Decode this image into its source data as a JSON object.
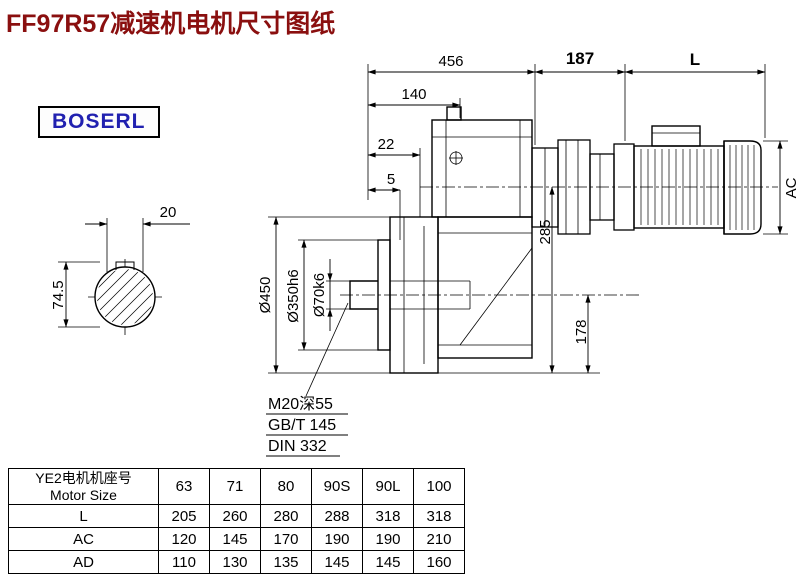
{
  "page": {
    "title": "FF97R57减速机电机尺寸图纸",
    "brand": "BOSERL"
  },
  "drawing": {
    "dims": {
      "overall_456": "456",
      "len_187": "187",
      "motor_L": "L",
      "len_140": "140",
      "len_22": "22",
      "len_5": "5",
      "key_20": "20",
      "key_74_5": "74.5",
      "flange_d450": "Ø450",
      "spigot_d350": "Ø350h6",
      "shaft_d70": "Ø70k6",
      "height_285": "285",
      "height_178": "178",
      "motor_AC": "AC"
    },
    "notes": {
      "tap": "M20深55",
      "std_gb": "GB/T 145",
      "std_din": "DIN 332"
    }
  },
  "table": {
    "header_cn": "YE2电机机座号",
    "header_en": "Motor Size",
    "sizes": [
      "63",
      "71",
      "80",
      "90S",
      "90L",
      "100"
    ],
    "rows": [
      {
        "label": "L",
        "values": [
          "205",
          "260",
          "280",
          "288",
          "318",
          "318"
        ]
      },
      {
        "label": "AC",
        "values": [
          "120",
          "145",
          "170",
          "190",
          "190",
          "210"
        ]
      },
      {
        "label": "AD",
        "values": [
          "110",
          "130",
          "135",
          "145",
          "145",
          "160"
        ]
      }
    ]
  },
  "colors": {
    "title_text": "#8a0f0f",
    "brand_text": "#2121b0",
    "line": "#000000"
  }
}
